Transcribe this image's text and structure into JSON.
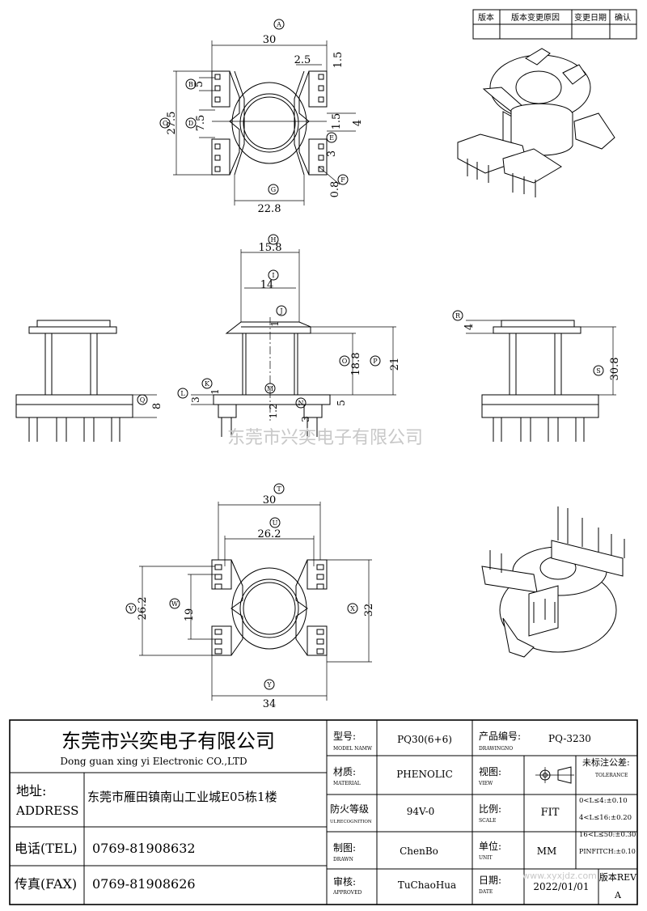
{
  "revision_table": {
    "headers": [
      "版本",
      "版本变更原因",
      "变更日期",
      "确认"
    ]
  },
  "top_view": {
    "bubble_A": "A",
    "dim_30": "30",
    "dim_2_5": "2.5",
    "dim_1_5a": "1.5",
    "bubble_B": "B",
    "dim_5": "5",
    "bubble_C": "C",
    "dim_27_5": "27.5",
    "bubble_D": "D",
    "dim_7_5": "7.5",
    "dim_1_5b": "1.5",
    "dim_4": "4",
    "bubble_E": "E",
    "dim_3": "3",
    "bubble_F": "F",
    "dim_0_8": "0.8",
    "bubble_G": "G",
    "dim_22_8": "22.8"
  },
  "side_view": {
    "bubble_H": "H",
    "dim_15_8": "15.8",
    "bubble_I": "I",
    "dim_14": "14",
    "bubble_J": "J",
    "dim_1a": "1",
    "bubble_O": "O",
    "dim_18_8": "18.8",
    "bubble_P": "P",
    "dim_21": "21",
    "bubble_L": "L",
    "dim_3a": "3",
    "bubble_K": "K",
    "dim_1b": "1",
    "bubble_M": "M",
    "dim_1_2": "1.2",
    "bubble_N": "N",
    "dim_3b": "3",
    "dim_5": "5",
    "bubble_R": "R",
    "dim_4": "4",
    "bubble_S": "S",
    "dim_30_8": "30.8",
    "bubble_Q": "Q",
    "dim_8": "8"
  },
  "bottom_view": {
    "bubble_T": "T",
    "dim_30": "30",
    "bubble_U": "U",
    "dim_26_2a": "26.2",
    "bubble_V": "V",
    "dim_26_2b": "26.2",
    "bubble_W": "W",
    "dim_19": "19",
    "bubble_X": "X",
    "dim_32": "32",
    "bubble_Y": "Y",
    "dim_34": "34"
  },
  "watermark": "东莞市兴奕电子有限公司",
  "watermark_url": "www.xyxjdz.com",
  "title_block": {
    "company_cn": "东莞市兴奕电子有限公司",
    "company_en": "Dong guan xing yi Electronic CO.,LTD",
    "address_label_cn": "地址:",
    "address_label_en": "ADDRESS",
    "address_value": "东莞市雁田镇南山工业城E05栋1楼",
    "tel_label": "电话(TEL)",
    "tel_value": "0769-81908632",
    "fax_label": "传真(FAX)",
    "fax_value": "0769-81908626",
    "model_label_cn": "型号:",
    "model_label_en": "MODEL NAMW",
    "model_value": "PQ30(6+6)",
    "drawing_no_label_cn": "产品编号:",
    "drawing_no_label_en": "DRAWINGNO",
    "drawing_no_value": "PQ-3230",
    "material_label_cn": "材质:",
    "material_label_en": "MATERIAL",
    "material_value": "PHENOLIC",
    "view_label_cn": "视图:",
    "view_label_en": "VIEW",
    "tolerance_label_cn": "未标注公差:",
    "tolerance_label_en": "TOLERANCE",
    "tolerance_lines": [
      "0<L≤4:±0.10",
      "4<L≤16:±0.20",
      "16<L≤50:±0.30",
      "PINFITCH:±0.10"
    ],
    "flame_label_cn": "防火等级",
    "flame_label_en": "ULRECOGNITION",
    "flame_value": "94V-0",
    "scale_label_cn": "比例:",
    "scale_label_en": "SCALE",
    "scale_value": "FIT",
    "drawn_label_cn": "制图:",
    "drawn_label_en": "DRAWN",
    "drawn_value": "ChenBo",
    "unit_label_cn": "单位:",
    "unit_label_en": "UNIT",
    "unit_value": "MM",
    "approved_label_cn": "审核:",
    "approved_label_en": "APPROVED",
    "approved_value": "TuChaoHua",
    "date_label_cn": "日期:",
    "date_label_en": "DATE",
    "date_value": "2022/01/01",
    "rev_label": "版本REV",
    "rev_value": "A"
  }
}
